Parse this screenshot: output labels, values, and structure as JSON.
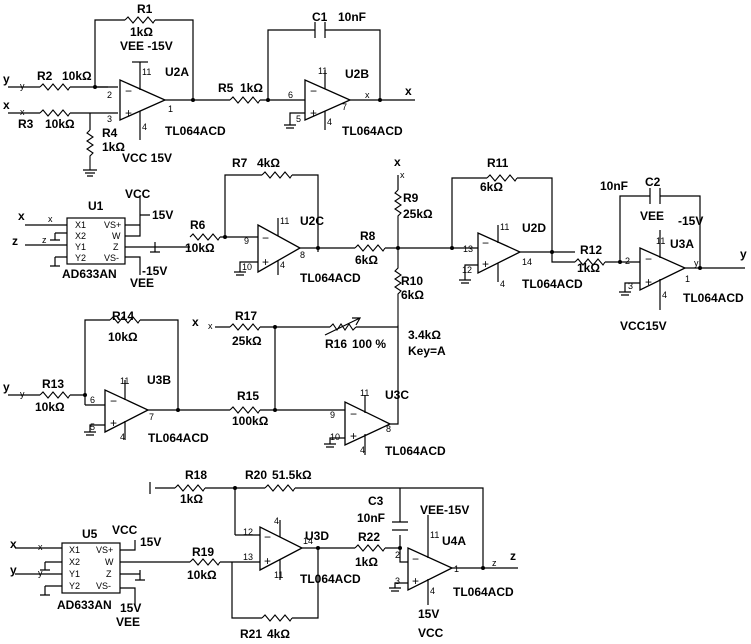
{
  "labels": {
    "r1": "R1",
    "r1v": "1kΩ",
    "vee1": "VEE  -15V",
    "u2a": "U2A",
    "c1": "C1",
    "c1v": "10nF",
    "r2": "R2",
    "r2v": "10kΩ",
    "r3": "R3",
    "r3v": "10kΩ",
    "r4": "R4",
    "r4v": "1kΩ",
    "vcc1": "VCC  15V",
    "r5": "R5",
    "r5v": "1kΩ",
    "u2b": "U2B",
    "tl_u2a": "TL064ACD",
    "tl_u2b": "TL064ACD",
    "r7": "R7",
    "r7v": "4kΩ",
    "u1": "U1",
    "u1vcc": "VCC",
    "u1_15v": "15V",
    "u1part": "AD633AN",
    "u1vee": "VEE",
    "u1m15v": "-15V",
    "r6": "R6",
    "r6v": "10kΩ",
    "u2c": "U2C",
    "tl_u2c": "TL064ACD",
    "r8": "R8",
    "r8v": "6kΩ",
    "r9": "R9",
    "r9v": "25kΩ",
    "r11": "R11",
    "r11v": "6kΩ",
    "u2d": "U2D",
    "tl_u2d": "TL064ACD",
    "r12": "R12",
    "r12v": "1kΩ",
    "c2v": "10nF",
    "c2": "C2",
    "vee3": "VEE",
    "vee3v": "-15V",
    "u3a": "U3A",
    "tl_u3a": "TL064ACD",
    "vcc3": "VCC15V",
    "r10": "R10",
    "r10v": "6kΩ",
    "r14": "R14",
    "r14v": "10kΩ",
    "r17": "R17",
    "r17v": "25kΩ",
    "r16": "R16",
    "r16pct": "100 %",
    "r16v": "3.4kΩ",
    "r16key": "Key=A",
    "r13": "R13",
    "r13v": "10kΩ",
    "u3b": "U3B",
    "tl_u3b": "TL064ACD",
    "r15": "R15",
    "r15v": "100kΩ",
    "u3c": "U3C",
    "tl_u3c": "TL064ACD",
    "r18": "R18",
    "r18v": "1kΩ",
    "r20": "R20",
    "r20v": "51.5kΩ",
    "c3": "C3",
    "c3v": "10nF",
    "vee4": "VEE-15V",
    "u4a": "U4A",
    "u5": "U5",
    "u5vcc": "VCC",
    "u5_15v": "15V",
    "u5part": "AD633AN",
    "u5_15b": "15V",
    "u5vee": "VEE",
    "r19": "R19",
    "r19v": "10kΩ",
    "u3d": "U3D",
    "tl_u3d": "TL064ACD",
    "r22": "R22",
    "r22v": "1kΩ",
    "tl_u4a": "TL064ACD",
    "vcc4v": "15V",
    "vcc4": "VCC",
    "r21": "R21",
    "r21v": "4kΩ"
  },
  "nets": {
    "y1": "y",
    "y1s": "y",
    "x1": "x",
    "x1s": "x",
    "x2out": "x",
    "x2outs": "x",
    "xr9": "x",
    "xr9s": "x",
    "u1x": "x",
    "u1xs": "x",
    "u1z": "z",
    "u1zs": "z",
    "u3ay": "y",
    "u3ays": "y",
    "r17x": "x",
    "r17xs": "x",
    "r13y": "y",
    "r13ys": "y",
    "u5x": "x",
    "u5xs": "x",
    "u5y": "y",
    "u5ys": "y",
    "u4z": "z",
    "u4zs": "z"
  },
  "pins": {
    "u2a_m": "2",
    "u2a_p": "3",
    "u2a_o": "1",
    "u2a_t": "11",
    "u2a_b": "4",
    "u2b_m": "6",
    "u2b_p": "5",
    "u2b_o": "7",
    "u2b_t": "11",
    "u2b_b": "4",
    "u2c_m": "9",
    "u2c_p": "10",
    "u2c_o": "8",
    "u2c_t": "11",
    "u2c_b": "4",
    "u2d_m": "13",
    "u2d_p": "12",
    "u2d_o": "14",
    "u2d_t": "11",
    "u2d_b": "4",
    "u3a_m": "2",
    "u3a_p": "3",
    "u3a_o": "1",
    "u3a_t": "11",
    "u3a_b": "4",
    "u3b_m": "6",
    "u3b_p": "5",
    "u3b_o": "7",
    "u3b_t": "11",
    "u3b_b": "4",
    "u3c_m": "9",
    "u3c_p": "10",
    "u3c_o": "8",
    "u3c_t": "11",
    "u3c_b": "4",
    "u3d_m": "12",
    "u3d_p": "13",
    "u3d_o": "14",
    "u3d_t": "4",
    "u3d_b": "11",
    "u4a_m": "2",
    "u4a_p": "3",
    "u4a_o": "1",
    "u4a_t": "11",
    "u4a_b": "4"
  },
  "ic": {
    "x1": "X1",
    "x2": "X2",
    "y1": "Y1",
    "y2": "Y2",
    "vsp": "VS+",
    "w": "W",
    "z": "Z",
    "vsm": "VS-"
  },
  "signs": {
    "minus": "−",
    "plus": "+"
  }
}
